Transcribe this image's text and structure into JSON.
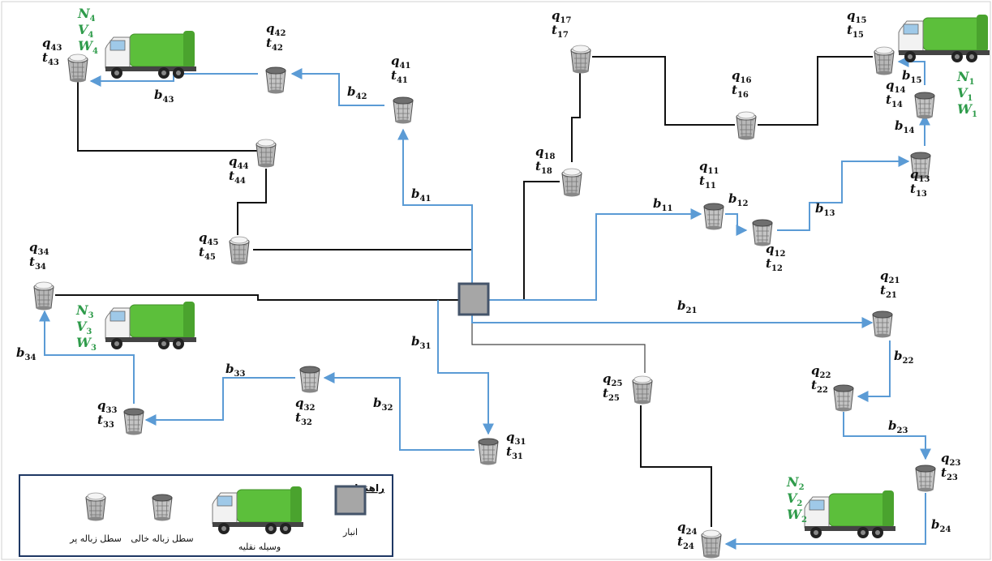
{
  "nodes": [
    {
      "id": "43",
      "q": "q",
      "t": "t",
      "sub": "43",
      "state": "full"
    },
    {
      "id": "42",
      "q": "q",
      "t": "t",
      "sub": "42",
      "state": "empty"
    },
    {
      "id": "41",
      "q": "q",
      "t": "t",
      "sub": "41",
      "state": "empty"
    },
    {
      "id": "44",
      "q": "q",
      "t": "t",
      "sub": "44",
      "state": "full"
    },
    {
      "id": "45",
      "q": "q",
      "t": "t",
      "sub": "45",
      "state": "full"
    },
    {
      "id": "17",
      "q": "q",
      "t": "t",
      "sub": "17",
      "state": "full"
    },
    {
      "id": "18",
      "q": "q",
      "t": "t",
      "sub": "18",
      "state": "full"
    },
    {
      "id": "16",
      "q": "q",
      "t": "t",
      "sub": "16",
      "state": "full"
    },
    {
      "id": "15",
      "q": "q",
      "t": "t",
      "sub": "15",
      "state": "full"
    },
    {
      "id": "14",
      "q": "q",
      "t": "t",
      "sub": "14",
      "state": "empty"
    },
    {
      "id": "13",
      "q": "q",
      "t": "t",
      "sub": "13",
      "state": "empty"
    },
    {
      "id": "11",
      "q": "q",
      "t": "t",
      "sub": "11",
      "state": "empty"
    },
    {
      "id": "12",
      "q": "q",
      "t": "t",
      "sub": "12",
      "state": "empty"
    },
    {
      "id": "34",
      "q": "q",
      "t": "t",
      "sub": "34",
      "state": "full"
    },
    {
      "id": "21",
      "q": "q",
      "t": "t",
      "sub": "21",
      "state": "empty"
    },
    {
      "id": "22",
      "q": "q",
      "t": "t",
      "sub": "22",
      "state": "empty"
    },
    {
      "id": "23",
      "q": "q",
      "t": "t",
      "sub": "23",
      "state": "empty"
    },
    {
      "id": "24",
      "q": "q",
      "t": "t",
      "sub": "24",
      "state": "full"
    },
    {
      "id": "25",
      "q": "q",
      "t": "t",
      "sub": "25",
      "state": "full"
    },
    {
      "id": "31",
      "q": "q",
      "t": "t",
      "sub": "31",
      "state": "empty"
    },
    {
      "id": "32",
      "q": "q",
      "t": "t",
      "sub": "32",
      "state": "empty"
    },
    {
      "id": "33",
      "q": "q",
      "t": "t",
      "sub": "33",
      "state": "empty"
    }
  ],
  "edges_blue": [
    "b41",
    "b42",
    "b43",
    "b11",
    "b12",
    "b13",
    "b14",
    "b15",
    "b21",
    "b22",
    "b23",
    "b24",
    "b31",
    "b32",
    "b33",
    "b34"
  ],
  "edge_labels": {
    "b41": {
      "b": "b",
      "sub": "41"
    },
    "b42": {
      "b": "b",
      "sub": "42"
    },
    "b43": {
      "b": "b",
      "sub": "43"
    },
    "b11": {
      "b": "b",
      "sub": "11"
    },
    "b12": {
      "b": "b",
      "sub": "12"
    },
    "b13": {
      "b": "b",
      "sub": "13"
    },
    "b14": {
      "b": "b",
      "sub": "14"
    },
    "b15": {
      "b": "b",
      "sub": "15"
    },
    "b21": {
      "b": "b",
      "sub": "21"
    },
    "b22": {
      "b": "b",
      "sub": "22"
    },
    "b23": {
      "b": "b",
      "sub": "23"
    },
    "b24": {
      "b": "b",
      "sub": "24"
    },
    "b31": {
      "b": "b",
      "sub": "31"
    },
    "b32": {
      "b": "b",
      "sub": "32"
    },
    "b33": {
      "b": "b",
      "sub": "33"
    },
    "b34": {
      "b": "b",
      "sub": "34"
    }
  },
  "vehicles": [
    {
      "id": "1",
      "N": "N",
      "V": "V",
      "W": "W",
      "sub": "1"
    },
    {
      "id": "2",
      "N": "N",
      "V": "V",
      "W": "W",
      "sub": "2"
    },
    {
      "id": "3",
      "N": "N",
      "V": "V",
      "W": "W",
      "sub": "3"
    },
    {
      "id": "4",
      "N": "N",
      "V": "V",
      "W": "W",
      "sub": "4"
    }
  ],
  "legend": {
    "title": "راهنما",
    "full_bin": "سطل زباله پر",
    "empty_bin": "سطل زباله خالی",
    "vehicle": "وسیله نقلیه",
    "depot": "انبار"
  },
  "colors": {
    "blue": "#5b9bd5",
    "black": "#111111",
    "green_label": "#2e9b4a",
    "truck_green": "#5cbf3b",
    "depot_fill": "#a6a6a6",
    "depot_border": "#44546a"
  }
}
